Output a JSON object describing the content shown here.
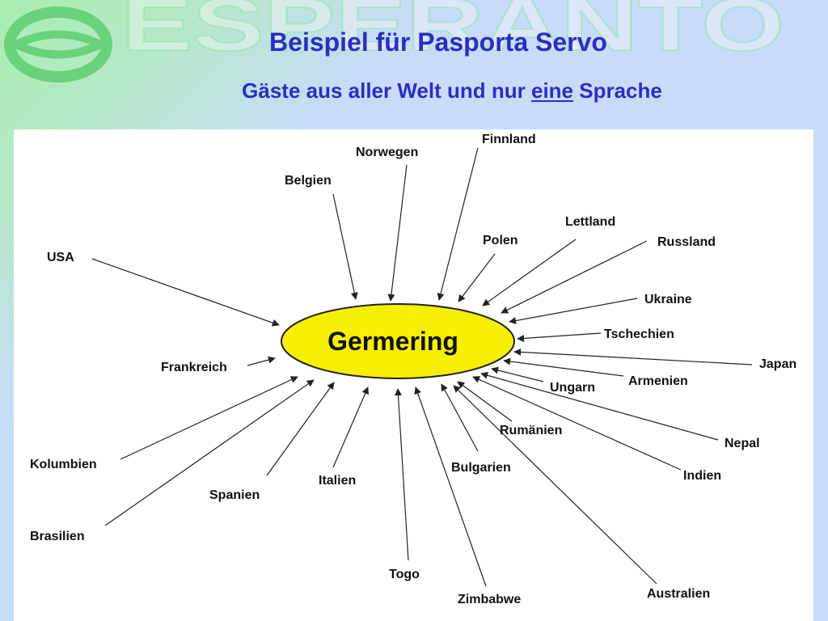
{
  "slide": {
    "title": "Beispiel für Pasporta Servo",
    "subtitle_before": "Gäste aus aller Welt und nur ",
    "subtitle_emphasis": "eine",
    "subtitle_after": " Sprache",
    "logo_text": "ESPERANTO"
  },
  "colors": {
    "title": "#2a2fc0",
    "ellipse_fill": "#f5f000",
    "panel": "#ffffff",
    "logo": "#6ad27a"
  },
  "diagram": {
    "center": "Germering",
    "nodes": [
      {
        "id": "usa",
        "label": "USA"
      },
      {
        "id": "belgien",
        "label": "Belgien"
      },
      {
        "id": "norwegen",
        "label": "Norwegen"
      },
      {
        "id": "finnland",
        "label": "Finnland"
      },
      {
        "id": "polen",
        "label": "Polen"
      },
      {
        "id": "lettland",
        "label": "Lettland"
      },
      {
        "id": "russland",
        "label": "Russland"
      },
      {
        "id": "ukraine",
        "label": "Ukraine"
      },
      {
        "id": "tschechien",
        "label": "Tschechien"
      },
      {
        "id": "japan",
        "label": "Japan"
      },
      {
        "id": "armenien",
        "label": "Armenien"
      },
      {
        "id": "ungarn",
        "label": "Ungarn"
      },
      {
        "id": "nepal",
        "label": "Nepal"
      },
      {
        "id": "indien",
        "label": "Indien"
      },
      {
        "id": "rumaenien",
        "label": "Rumänien"
      },
      {
        "id": "bulgarien",
        "label": "Bulgarien"
      },
      {
        "id": "australien",
        "label": "Australien"
      },
      {
        "id": "zimbabwe",
        "label": "Zimbabwe"
      },
      {
        "id": "togo",
        "label": "Togo"
      },
      {
        "id": "italien",
        "label": "Italien"
      },
      {
        "id": "spanien",
        "label": "Spanien"
      },
      {
        "id": "brasilien",
        "label": "Brasilien"
      },
      {
        "id": "kolumbien",
        "label": "Kolumbien"
      },
      {
        "id": "frankreich",
        "label": "Frankreich"
      }
    ]
  }
}
